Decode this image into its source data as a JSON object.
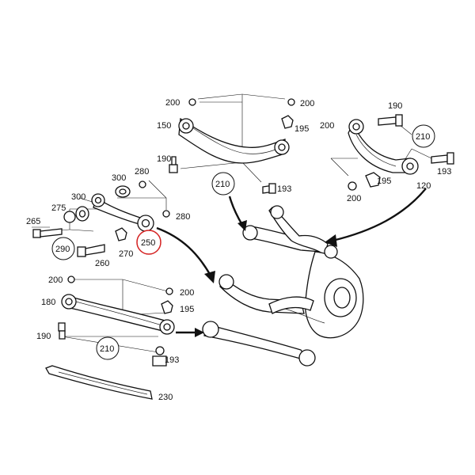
{
  "diagram": {
    "labels": {
      "l200a": "200",
      "l200b": "200",
      "l150": "150",
      "l195a": "195",
      "l190a": "190",
      "l190b": "190",
      "l200c": "200",
      "l195b": "195",
      "l193a": "193",
      "l120": "120",
      "l193b": "193",
      "l300a": "300",
      "l280a": "280",
      "l275": "275",
      "l300b": "300",
      "l280b": "280",
      "l265": "265",
      "l270": "270",
      "l260": "260",
      "l200d": "200",
      "l200e": "200",
      "l180": "180",
      "l195c": "195",
      "l190c": "190",
      "l193c": "193",
      "l230": "230",
      "l210a": "210",
      "l210b": "210",
      "l290": "290",
      "l210c": "210",
      "l250": "250"
    },
    "highlight_color": "#d42020"
  }
}
